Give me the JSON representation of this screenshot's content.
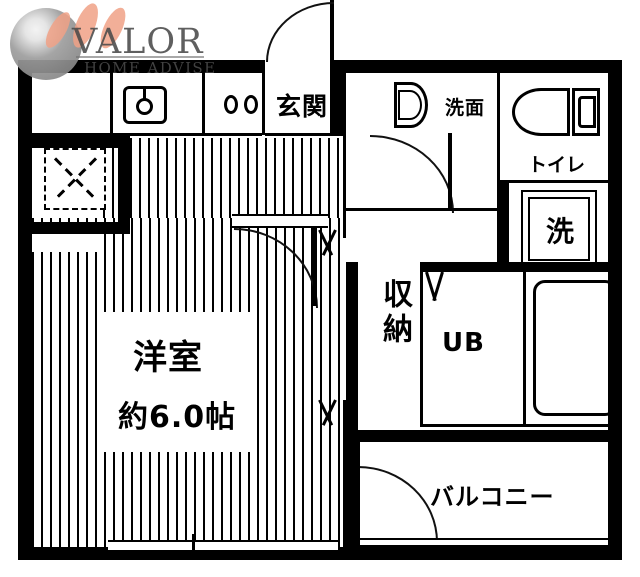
{
  "document": {
    "kind": "floor-plan",
    "plan_type": "1K apartment floor plan (madori)"
  },
  "watermark": {
    "brand": "VALOR",
    "tagline": "HOME ADVISE",
    "sphere_color": "#8c8c8c",
    "petal_color": "#f0a186",
    "text_color": "#4a4a4a"
  },
  "rooms": [
    {
      "id": "genkan",
      "label": "玄関",
      "meaning": "entrance"
    },
    {
      "id": "senmen",
      "label": "洗面",
      "meaning": "washbasin / vanity"
    },
    {
      "id": "toilet",
      "label": "トイレ",
      "meaning": "toilet"
    },
    {
      "id": "laundry",
      "label": "洗",
      "meaning": "washing machine space"
    },
    {
      "id": "closet",
      "label": "収納",
      "meaning": "storage closet"
    },
    {
      "id": "unitbath",
      "label": "UB",
      "meaning": "unit bath"
    },
    {
      "id": "washitsu",
      "label": "洋室",
      "meaning": "western-style room"
    },
    {
      "id": "roomsize",
      "label": "約6.0帖",
      "meaning": "approx. 6.0 tatami mats"
    },
    {
      "id": "balcony",
      "label": "バルコニー",
      "meaning": "balcony"
    }
  ],
  "labels": {
    "genkan": "玄関",
    "senmen": "洗面",
    "toilet": "トイレ",
    "laundry": "洗",
    "closet": "収納",
    "unitbath": "UB",
    "room_name": "洋室",
    "room_size": "約6.0帖",
    "balcony": "バルコニー"
  },
  "fixtures": [
    {
      "name": "kitchen-sink",
      "icon": "sink-icon"
    },
    {
      "name": "two-burner-stove",
      "icon": "stove-icon"
    },
    {
      "name": "vanity-basin",
      "icon": "basin-icon"
    },
    {
      "name": "toilet-bowl",
      "icon": "toilet-icon"
    },
    {
      "name": "bathtub",
      "icon": "bathtub-icon"
    },
    {
      "name": "meter-box",
      "icon": "meter-box-icon"
    }
  ],
  "colors": {
    "wall": "#000000",
    "floor": "#ffffff",
    "hatch": "#000000"
  }
}
